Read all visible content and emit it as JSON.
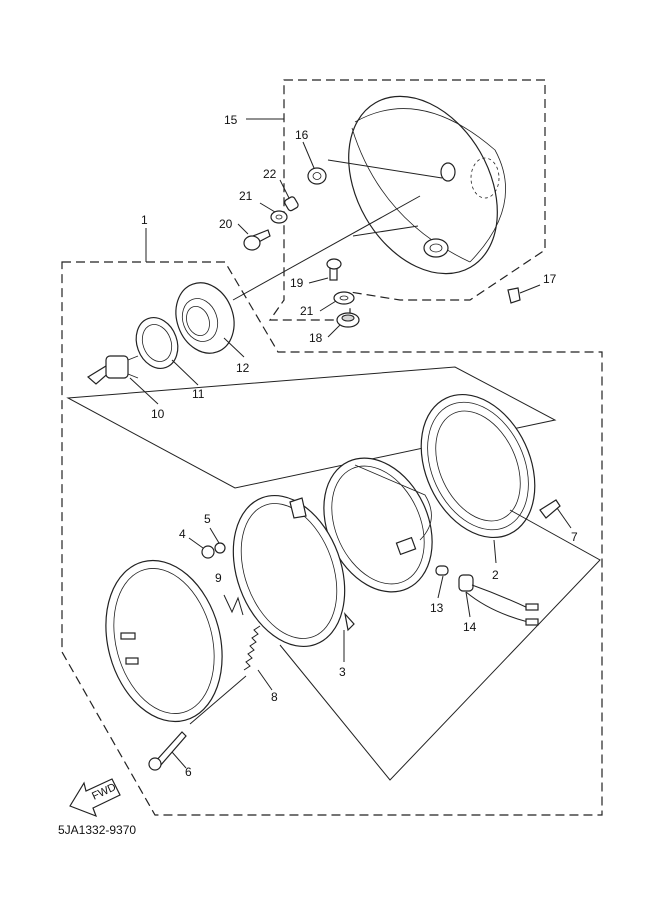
{
  "callouts": [
    {
      "id": "c1",
      "text": "1"
    },
    {
      "id": "c2",
      "text": "2"
    },
    {
      "id": "c3",
      "text": "3"
    },
    {
      "id": "c4",
      "text": "4"
    },
    {
      "id": "c5",
      "text": "5"
    },
    {
      "id": "c6",
      "text": "6"
    },
    {
      "id": "c7",
      "text": "7"
    },
    {
      "id": "c8",
      "text": "8"
    },
    {
      "id": "c9",
      "text": "9"
    },
    {
      "id": "c10",
      "text": "10"
    },
    {
      "id": "c11",
      "text": "11"
    },
    {
      "id": "c12",
      "text": "12"
    },
    {
      "id": "c13",
      "text": "13"
    },
    {
      "id": "c14",
      "text": "14"
    },
    {
      "id": "c15",
      "text": "15"
    },
    {
      "id": "c16",
      "text": "16"
    },
    {
      "id": "c17",
      "text": "17"
    },
    {
      "id": "c18",
      "text": "18"
    },
    {
      "id": "c19",
      "text": "19"
    },
    {
      "id": "c20",
      "text": "20"
    },
    {
      "id": "c21a",
      "text": "21"
    },
    {
      "id": "c21b",
      "text": "21"
    },
    {
      "id": "c22",
      "text": "22"
    }
  ],
  "fwd_label": "FWD",
  "drawing_number": "5JA1332-9370"
}
